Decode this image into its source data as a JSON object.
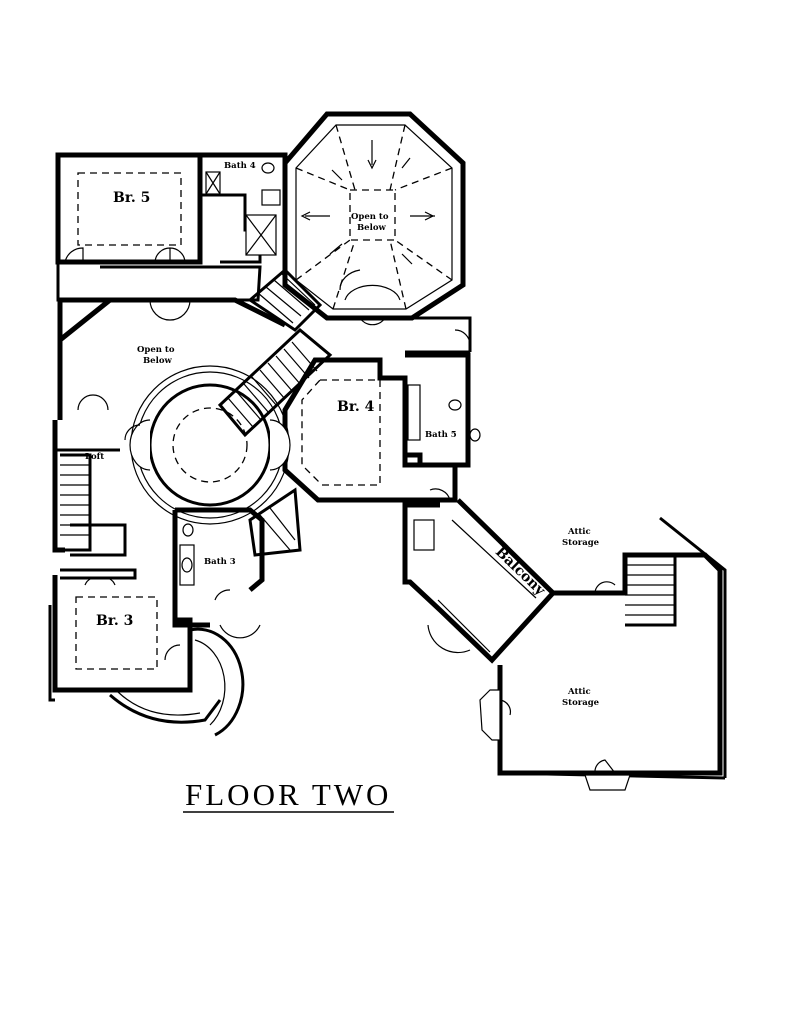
{
  "title": "FLOOR TWO",
  "rooms": {
    "br5": "Br. 5",
    "bath4": "Bath 4",
    "open_top_1": "Open to",
    "open_top_2": "Below",
    "open_left_1": "Open to",
    "open_left_2": "Below",
    "br4": "Br. 4",
    "bath5": "Bath 5",
    "loft": "Loft",
    "bath3": "Bath 3",
    "br3": "Br. 3",
    "balcony": "Balcony",
    "attic_top_1": "Attic",
    "attic_top_2": "Storage",
    "attic_right_1": "Attic",
    "attic_right_2": "Storage"
  }
}
